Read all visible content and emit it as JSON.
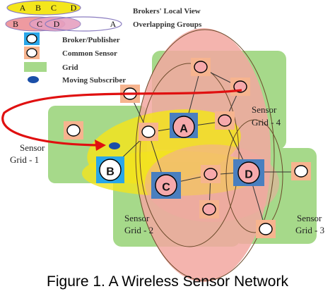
{
  "legend": {
    "brokers_local_view": {
      "letters": [
        "A",
        "B",
        "C",
        "D"
      ],
      "label": "Brokers' Local View"
    },
    "overlapping_groups": {
      "letters": [
        "B",
        "C",
        "D",
        "A"
      ],
      "label": "Overlapping Groups"
    },
    "broker_publisher": "Broker/Publisher",
    "common_sensor": "Common Sensor",
    "grid": "Grid",
    "moving_subscriber": "Moving Subscriber"
  },
  "grids": {
    "grid1": {
      "line1": "Sensor",
      "line2": "Grid - 1"
    },
    "grid2": {
      "line1": "Sensor",
      "line2": "Grid - 2"
    },
    "grid3": {
      "line1": "Sensor",
      "line2": "Grid - 3"
    },
    "grid4": {
      "line1": "Sensor",
      "line2": "Grid - 4"
    }
  },
  "brokers": {
    "A": "A",
    "B": "B",
    "C": "C",
    "D": "D"
  },
  "caption": "Figure 1. A Wireless Sensor Network",
  "colors": {
    "grid": "#a6d98a",
    "sensor_square": "#f6b48f",
    "sensor_circle": "#f6a9ab",
    "broker_square": "#4a7fbf",
    "broker_b_square": "#2aa6e8",
    "group_pink": "#f2a7a0",
    "group_yellow": "#f2e31e",
    "arrow": "#e01010",
    "subscriber": "#1a4fa8"
  }
}
